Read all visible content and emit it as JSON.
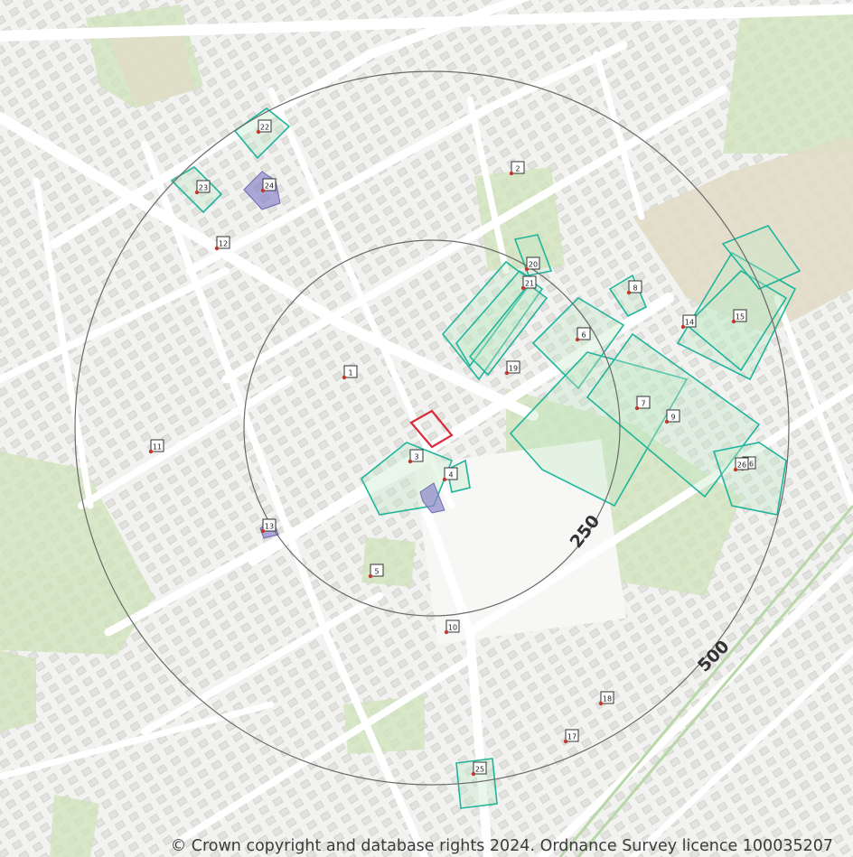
{
  "rings": [
    {
      "label": "250"
    },
    {
      "label": "500"
    }
  ],
  "markers": [
    "1",
    "2",
    "3",
    "4",
    "5",
    "6",
    "7",
    "8",
    "9",
    "10",
    "11",
    "12",
    "13",
    "14",
    "15",
    "16",
    "17",
    "18",
    "19",
    "20",
    "21",
    "22",
    "23",
    "24",
    "25",
    "26"
  ],
  "copyright": "© Crown copyright and database rights 2024. Ordnance Survey licence 100035207",
  "colors": {
    "background": "#f2f2f0",
    "building": "#dcdcd8",
    "road": "#ffffff",
    "green": "#cfe3b9",
    "teal_outline": "#1fb59c",
    "teal_fill": "#bfe8c6",
    "purple": "#8c86c9",
    "red_outline": "#d92d3a",
    "ring": "#6a6a6a"
  }
}
